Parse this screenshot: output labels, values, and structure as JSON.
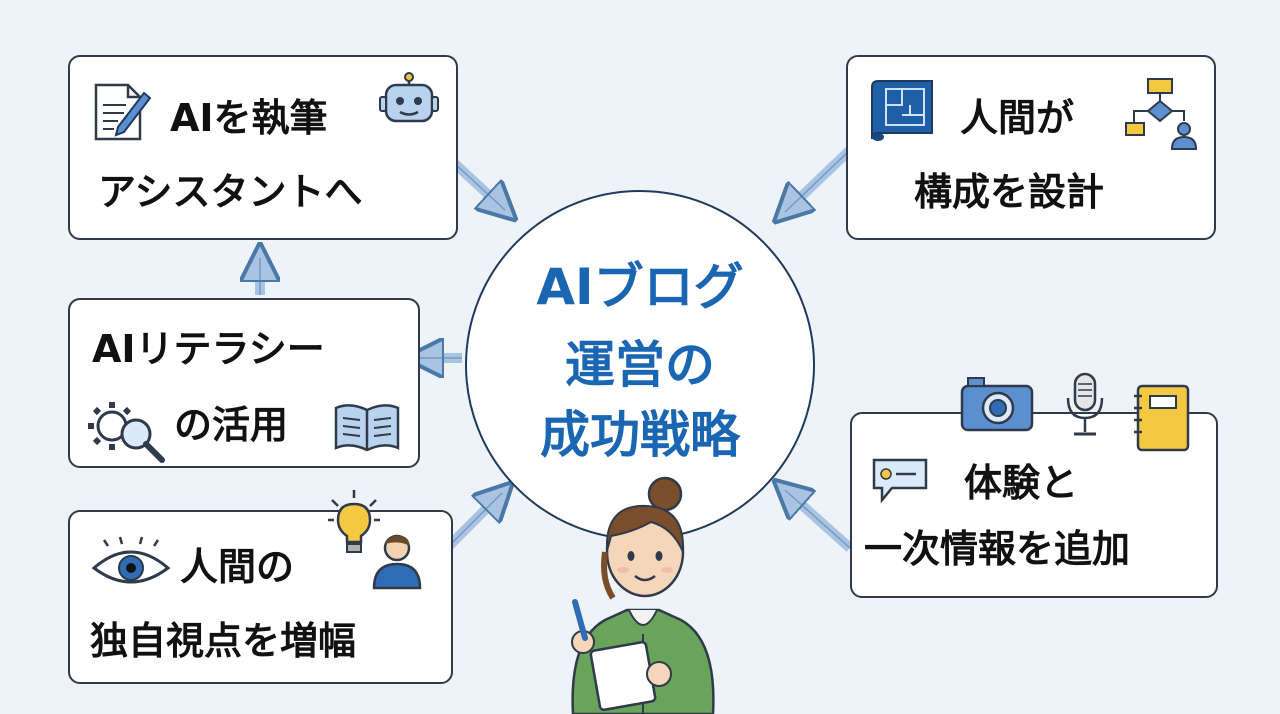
{
  "center": {
    "line1": "AIブログ",
    "line2": "運営の",
    "line3": "成功戦略"
  },
  "nodes": {
    "writing_assistant": {
      "line1": "AIを執筆",
      "line2": "アシスタントへ"
    },
    "human_design": {
      "line1": "人間が",
      "line2": "構成を設計"
    },
    "ai_literacy": {
      "line1": "AIリテラシー",
      "line2": "の活用"
    },
    "experience": {
      "line1": "体験と",
      "line2": "一次情報を追加"
    },
    "human_view": {
      "line1": "人間の",
      "line2": "独自視点を増幅"
    }
  },
  "colors": {
    "accent": "#1a66b3",
    "arrow": "#a9c4e2",
    "arrow_stroke": "#4a78a8",
    "background": "#eef3f8"
  }
}
